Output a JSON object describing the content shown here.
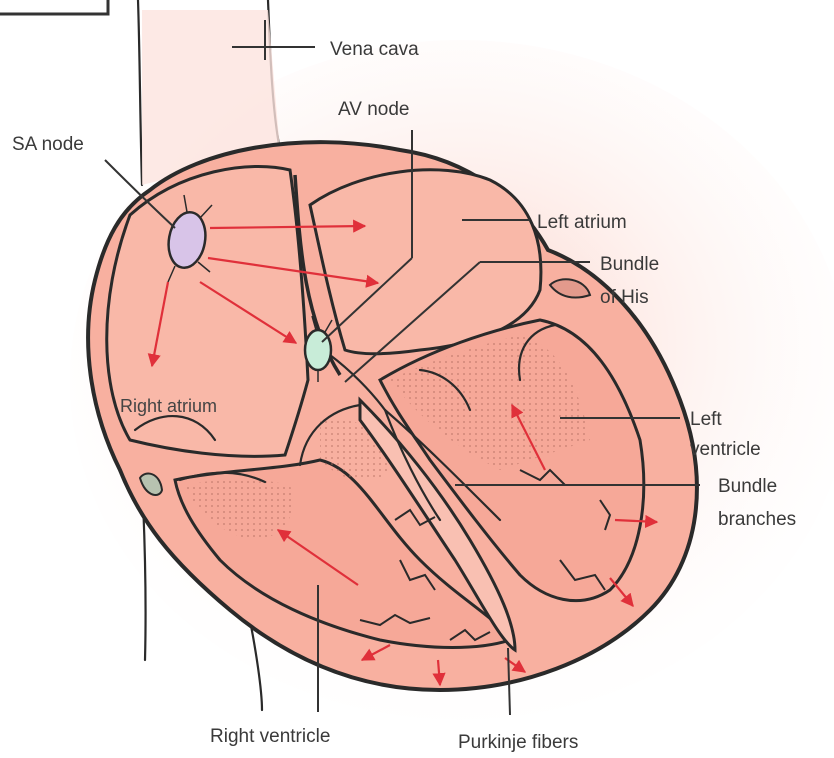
{
  "labels": {
    "vena_cava": "Vena cava",
    "av_node": "AV node",
    "sa_node": "SA node",
    "left_atrium": "Left atrium",
    "bundle_of_his_1": "Bundle",
    "bundle_of_his_2": "of His",
    "right_atrium": "Right atrium",
    "left_ventricle_1": "Left",
    "left_ventricle_2": "ventricle",
    "bundle_branches_1": "Bundle",
    "bundle_branches_2": "branches",
    "right_ventricle": "Right ventricle",
    "purkinje_fibers": "Purkinje fibers"
  },
  "colors": {
    "muscle": "#f8b0a0",
    "muscle_dark": "#f0a090",
    "background_glow": "#fde0da",
    "arrows": "#e0303a",
    "sa_node_fill": "#d8c4e8",
    "av_node_fill": "#c8ecd8"
  }
}
